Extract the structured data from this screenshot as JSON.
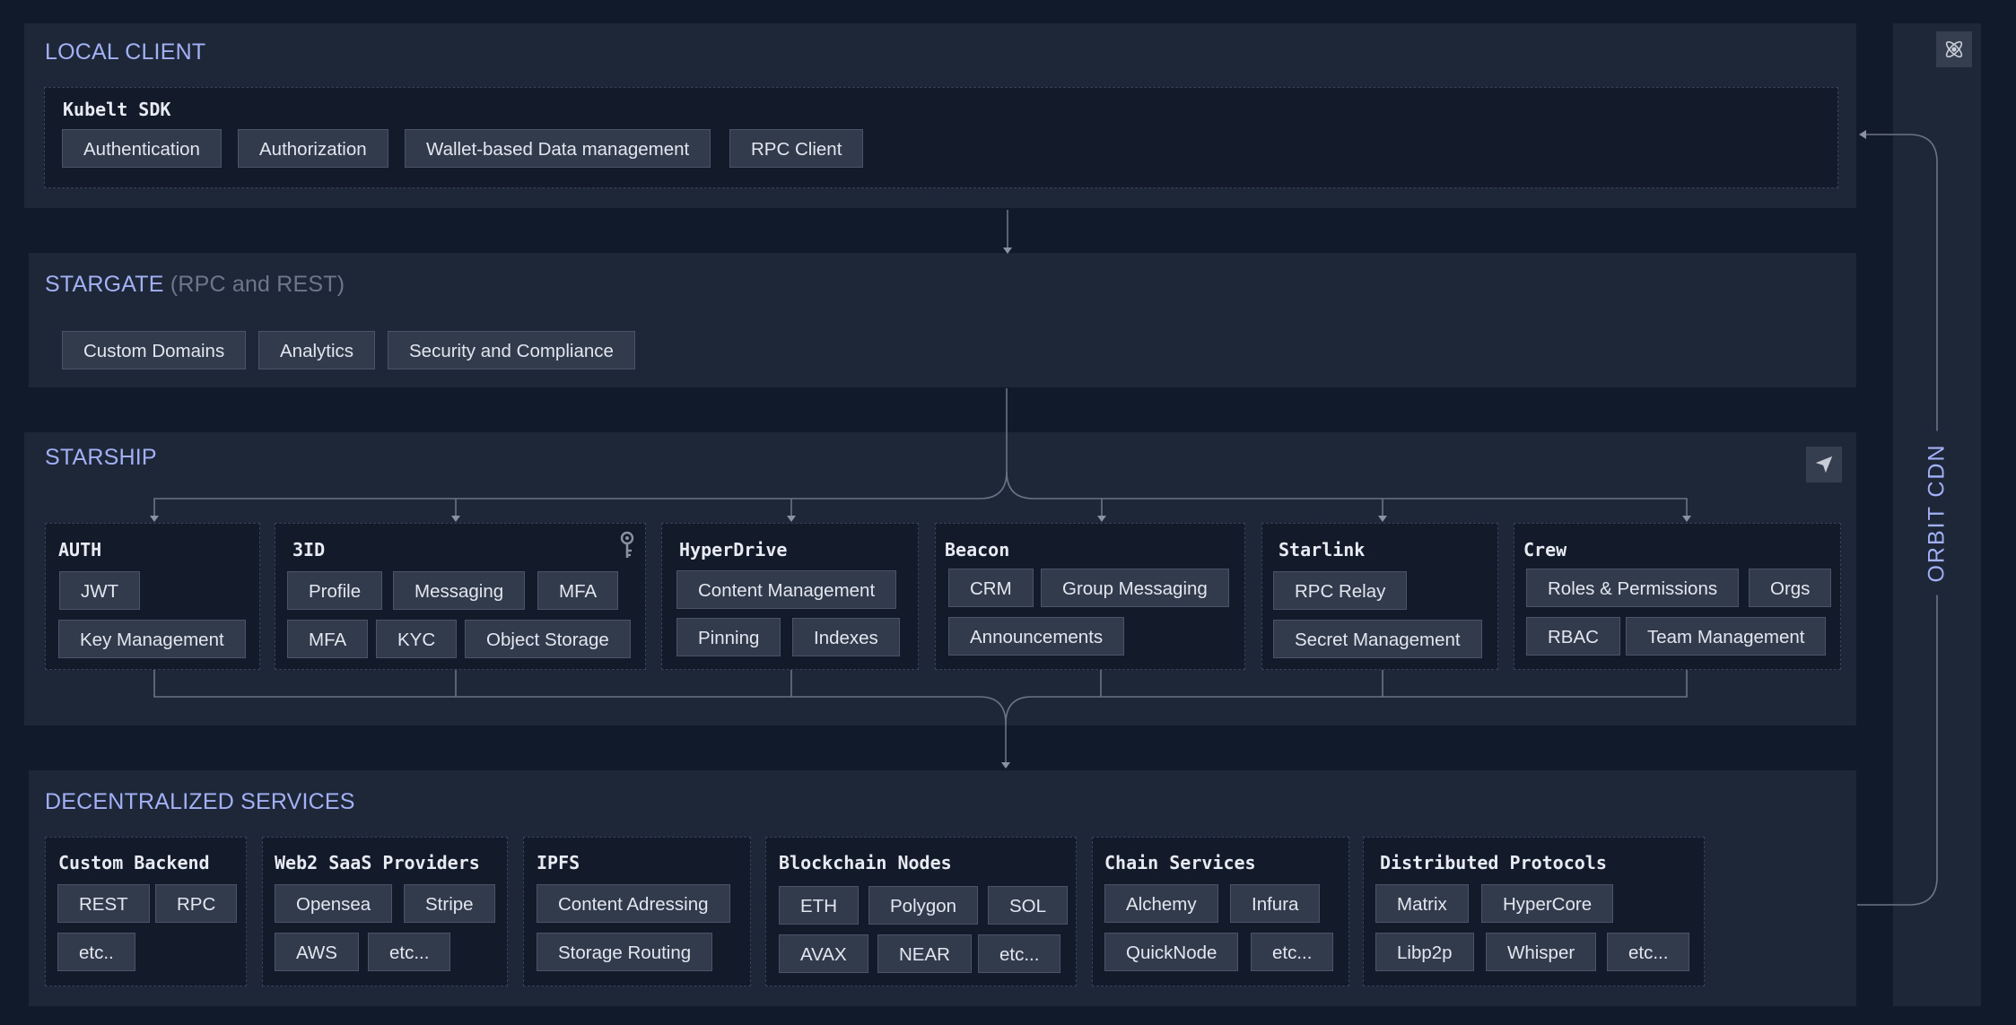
{
  "local_client": {
    "title": "LOCAL CLIENT",
    "sdk": {
      "title": "Kubelt SDK",
      "items": [
        "Authentication",
        "Authorization",
        "Wallet-based Data management",
        "RPC Client"
      ]
    }
  },
  "stargate": {
    "title": "STARGATE",
    "subtitle": "(RPC and REST)",
    "items": [
      "Custom Domains",
      "Analytics",
      "Security and Compliance"
    ]
  },
  "starship": {
    "title": "STARSHIP",
    "icon": "send-icon",
    "blocks": {
      "auth": {
        "title": "AUTH",
        "items": [
          "JWT",
          "Key Management"
        ]
      },
      "threeid": {
        "title": "3ID",
        "items": [
          "Profile",
          "Messaging",
          "MFA",
          "MFA",
          "KYC",
          "Object Storage"
        ],
        "icon": "key-icon"
      },
      "hyperdrive": {
        "title": "HyperDrive",
        "items": [
          "Content Management",
          "Pinning",
          "Indexes"
        ]
      },
      "beacon": {
        "title": "Beacon",
        "items": [
          "CRM",
          "Group Messaging",
          "Announcements"
        ]
      },
      "starlink": {
        "title": "Starlink",
        "items": [
          "RPC Relay",
          "Secret Management"
        ]
      },
      "crew": {
        "title": "Crew",
        "items": [
          "Roles & Permissions",
          "Orgs",
          "RBAC",
          "Team Management"
        ]
      }
    }
  },
  "decentralized": {
    "title": "DECENTRALIZED SERVICES",
    "blocks": {
      "backend": {
        "title": "Custom Backend",
        "items": [
          "REST",
          "RPC",
          "etc.."
        ]
      },
      "web2": {
        "title": "Web2 SaaS Providers",
        "items": [
          "Opensea",
          "Stripe",
          "AWS",
          "etc..."
        ]
      },
      "ipfs": {
        "title": "IPFS",
        "items": [
          "Content Adressing",
          "Storage Routing"
        ]
      },
      "blockchain": {
        "title": "Blockchain Nodes",
        "items": [
          "ETH",
          "Polygon",
          "SOL",
          "AVAX",
          "NEAR",
          "etc..."
        ]
      },
      "chain": {
        "title": "Chain Services",
        "items": [
          "Alchemy",
          "Infura",
          "QuickNode",
          "etc..."
        ]
      },
      "distributed": {
        "title": "Distributed Protocols",
        "items": [
          "Matrix",
          "HyperCore",
          "Libp2p",
          "Whisper",
          "etc..."
        ]
      }
    }
  },
  "orbit_cdn": {
    "title": "ORBIT CDN",
    "icon": "atom-icon"
  },
  "colors": {
    "background": "#111a2b",
    "panel": "#1d2738",
    "accent": "#a3b0f5",
    "chip": "#323b4c"
  }
}
